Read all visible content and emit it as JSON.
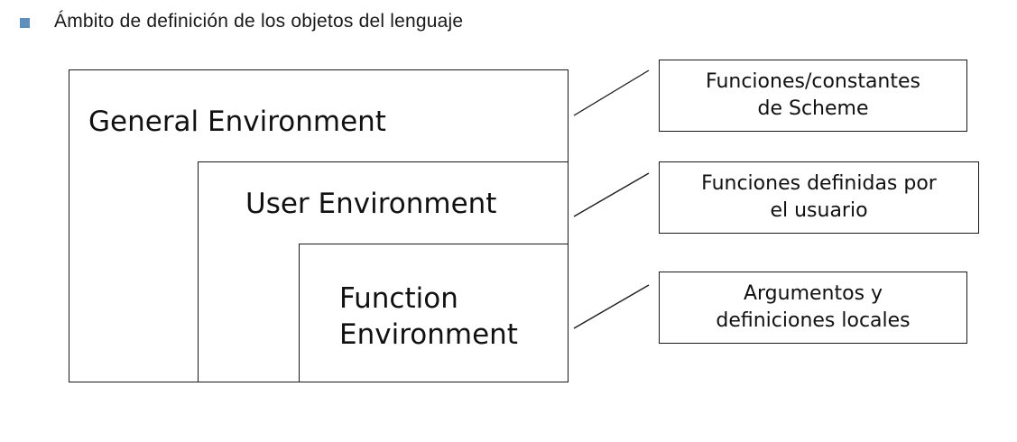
{
  "heading": {
    "text": "Ámbito de definición de los objetos del lenguaje",
    "bullet_color": "#5f90bd"
  },
  "environments": {
    "general": {
      "label": "General Environment"
    },
    "user": {
      "label": "User Environment"
    },
    "function": {
      "label_line1": "Function",
      "label_line2": "Environment"
    }
  },
  "notes": {
    "general": {
      "line1": "Funciones/constantes",
      "line2": "de Scheme"
    },
    "user": {
      "line1": "Funciones definidas por",
      "line2": "el usuario"
    },
    "function": {
      "line1": "Argumentos y",
      "line2": "definiciones locales"
    }
  }
}
